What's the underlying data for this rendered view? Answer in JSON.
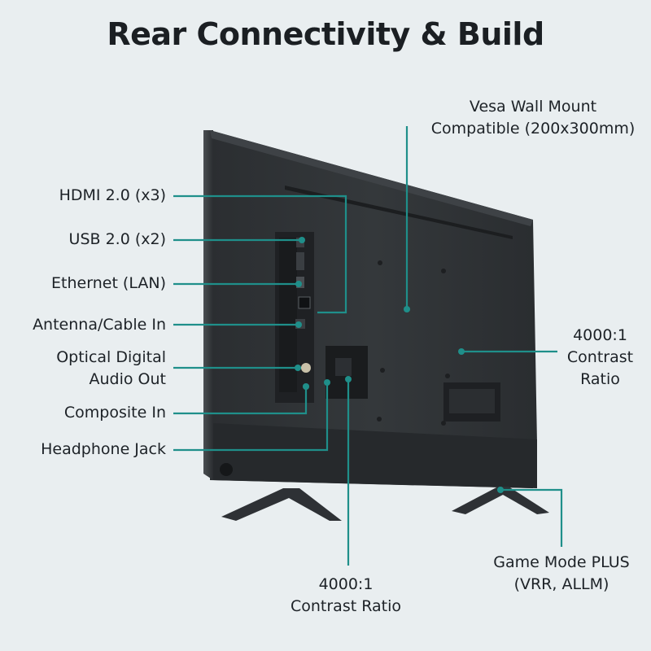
{
  "title": "Rear Connectivity & Build",
  "accent_color": "#1f8f8a",
  "callouts": {
    "hdmi": "HDMI 2.0 (x3)",
    "usb": "USB 2.0 (x2)",
    "ethernet": "Ethernet (LAN)",
    "antenna": "Antenna/Cable In",
    "optical_line1": "Optical Digital",
    "optical_line2": "Audio Out",
    "composite": "Composite In",
    "headphone": "Headphone Jack",
    "vesa_line1": "Vesa Wall Mount",
    "vesa_line2": "Compatible (200x300mm)",
    "contrast_right_line1": "4000:1",
    "contrast_right_line2": "Contrast",
    "contrast_right_line3": "Ratio",
    "contrast_bottom_line1": "4000:1",
    "contrast_bottom_line2": "Contrast Ratio",
    "game_line1": "Game Mode PLUS",
    "game_line2": "(VRR, ALLM)"
  }
}
